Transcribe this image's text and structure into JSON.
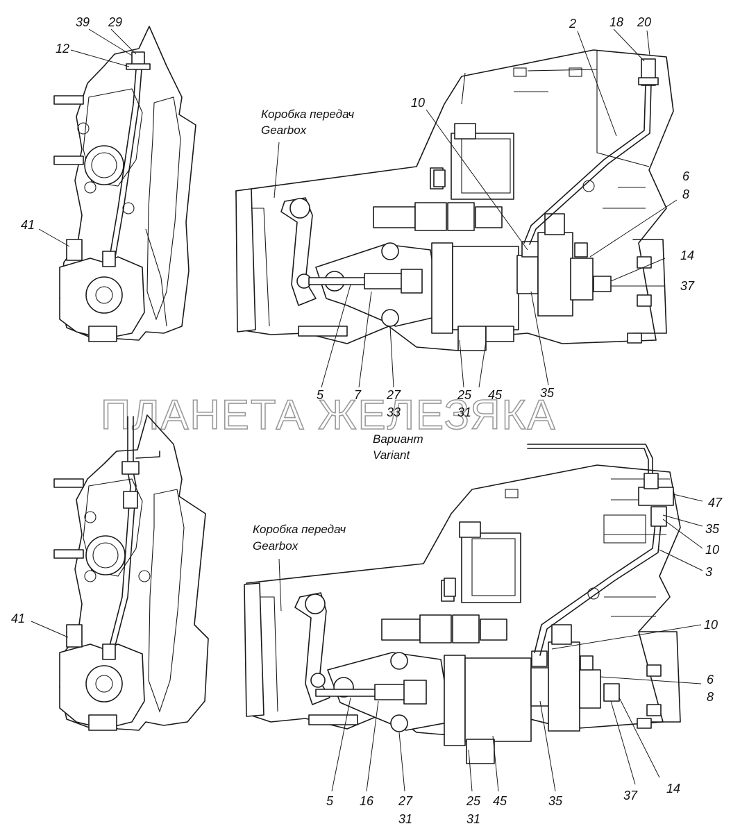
{
  "watermark": "ПЛАНЕТА ЖЕЛЕЗЯКА",
  "top_view": {
    "caption_ru": "Коробка передач",
    "caption_en": "Gearbox",
    "side_labels": [
      "39",
      "29",
      "12",
      "41"
    ],
    "main_labels": {
      "l2": "2",
      "l18": "18",
      "l20": "20",
      "l10": "10",
      "l6": "6",
      "l8": "8",
      "l14": "14",
      "l37": "37",
      "l5": "5",
      "l7": "7",
      "l27": "27",
      "l33": "33",
      "l25": "25",
      "l31": "31",
      "l45": "45",
      "l35": "35"
    }
  },
  "variant": {
    "title_ru": "Вариант",
    "title_en": "Variant"
  },
  "bottom_view": {
    "caption_ru": "Коробка передач",
    "caption_en": "Gearbox",
    "side_labels": [
      "41"
    ],
    "main_labels": {
      "l47": "47",
      "l35a": "35",
      "l10a": "10",
      "l3": "3",
      "l10b": "10",
      "l6": "6",
      "l8": "8",
      "l14": "14",
      "l37": "37",
      "l5": "5",
      "l16": "16",
      "l27": "27",
      "l31a": "31",
      "l25": "25",
      "l31b": "31",
      "l45": "45",
      "l35b": "35"
    }
  }
}
